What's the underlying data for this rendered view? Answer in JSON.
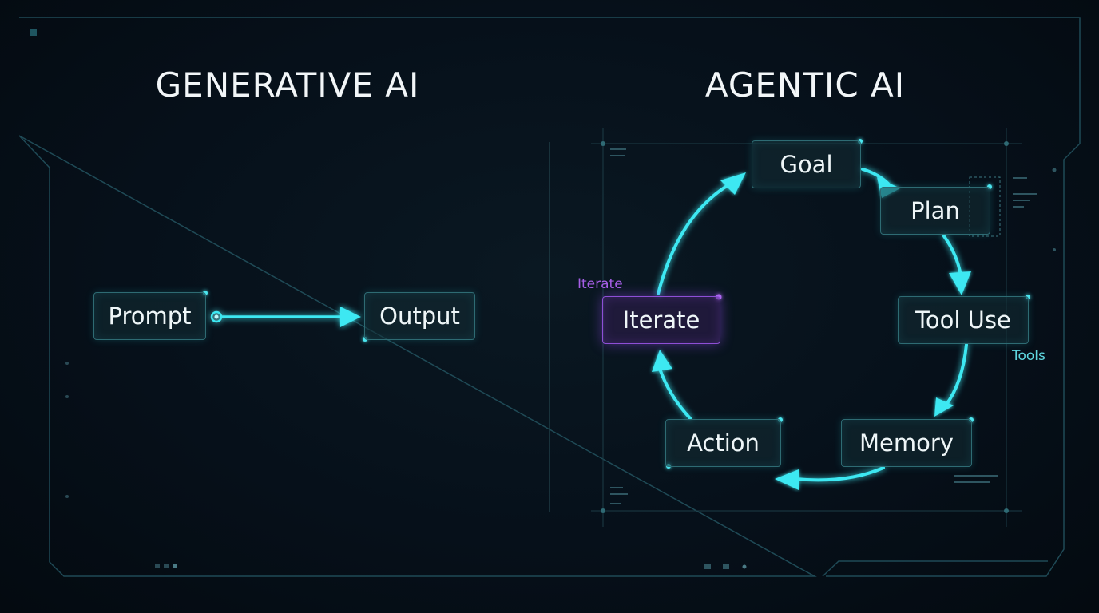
{
  "left_panel": {
    "title": "GENERATIVE AI",
    "nodes": {
      "prompt": "Prompt",
      "output": "Output"
    }
  },
  "right_panel": {
    "title": "AGENTIC AI",
    "nodes": {
      "goal": "Goal",
      "plan": "Plan",
      "tool_use": "Tool Use",
      "memory": "Memory",
      "action": "Action",
      "iterate": "Iterate"
    },
    "annotations": {
      "iterate": "Iterate",
      "tools": "Tools"
    }
  },
  "colors": {
    "background": "#050b12",
    "accent_cyan": "#3ee8f2",
    "accent_purple": "#a65ee6",
    "frame_line": "#1f4a56",
    "node_border": "#2e6b73"
  }
}
